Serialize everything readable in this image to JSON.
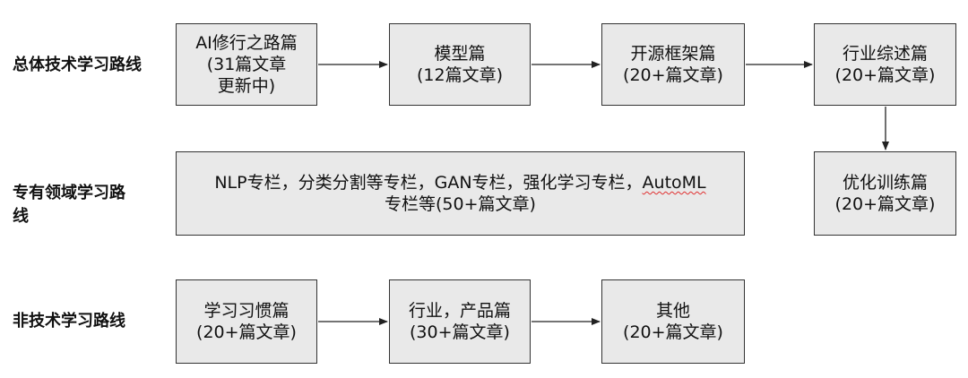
{
  "diagram": {
    "rows": [
      {
        "id": "general",
        "label": "总体技术学习路线"
      },
      {
        "id": "domain",
        "label_lines": [
          "专有领域学习路",
          "线"
        ]
      },
      {
        "id": "nontech",
        "label": "非技术学习路线"
      }
    ],
    "nodes": {
      "ai_cultivation": {
        "lines": [
          "AI修行之路篇",
          "(31篇文章",
          "更新中)"
        ]
      },
      "models": {
        "lines": [
          "模型篇",
          "(12篇文章)"
        ]
      },
      "open_source": {
        "lines": [
          "开源框架篇",
          "(20+篇文章)"
        ]
      },
      "industry_review": {
        "lines": [
          "行业综述篇",
          "(20+篇文章)"
        ]
      },
      "optimization_training": {
        "lines": [
          "优化训练篇",
          "(20+篇文章)"
        ]
      },
      "domain_columns": {
        "line1_prefix": "NLP专栏，分类分割等专栏，GAN专栏，强化学习专栏，",
        "line1_flagged": "AutoML",
        "line2": "专栏等(50+篇文章)"
      },
      "study_habits": {
        "lines": [
          "学习习惯篇",
          "(20+篇文章)"
        ]
      },
      "industry_product": {
        "lines": [
          "行业，产品篇",
          "(30+篇文章)"
        ]
      },
      "others": {
        "lines": [
          "其他",
          "(20+篇文章)"
        ]
      }
    },
    "edges": [
      {
        "from": "ai_cultivation",
        "to": "models"
      },
      {
        "from": "models",
        "to": "open_source"
      },
      {
        "from": "open_source",
        "to": "industry_review"
      },
      {
        "from": "industry_review",
        "to": "optimization_training"
      },
      {
        "from": "study_habits",
        "to": "industry_product"
      },
      {
        "from": "industry_product",
        "to": "others"
      }
    ],
    "colors": {
      "box_fill": "#e9e9e9",
      "box_border": "#333333",
      "arrow": "#222222",
      "spellcheck_underline": "#e03030"
    }
  }
}
